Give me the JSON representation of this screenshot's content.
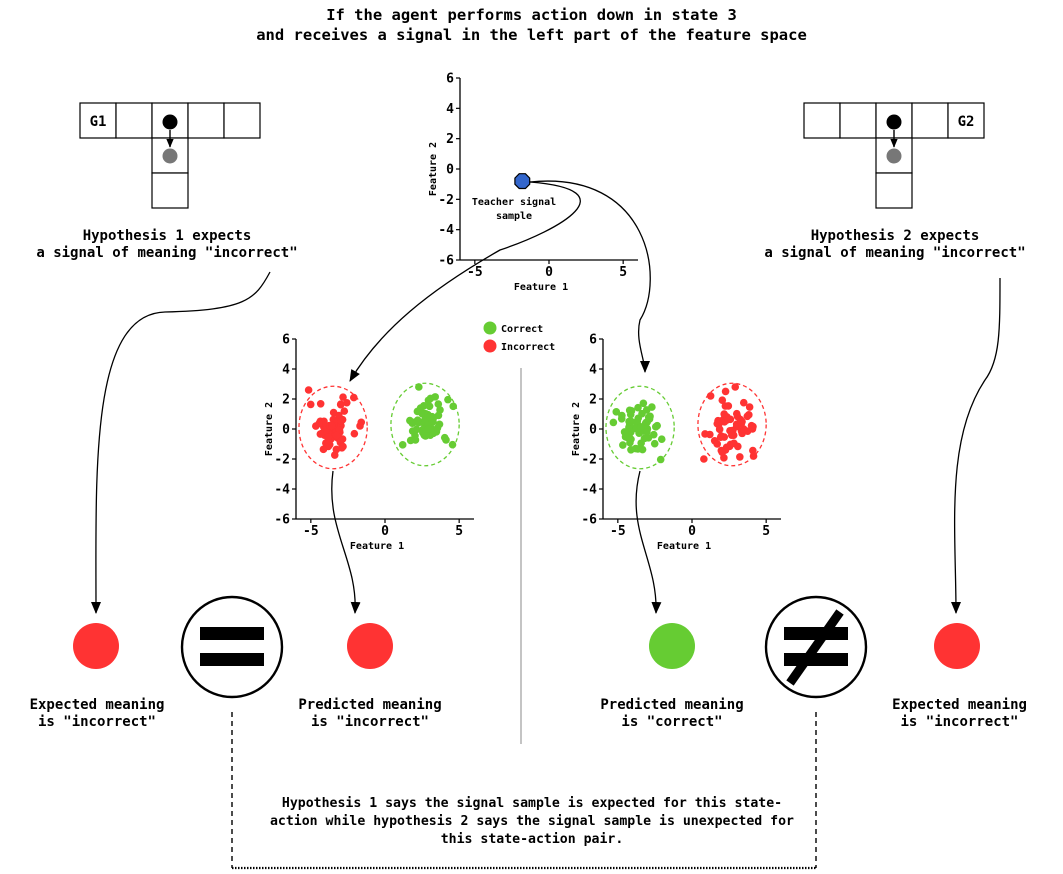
{
  "title": {
    "line1": "If the agent performs action down in state 3",
    "line2": "and receives a signal in the left part of the feature space"
  },
  "grid_left": {
    "goal_label": "G1"
  },
  "grid_right": {
    "goal_label": "G2"
  },
  "hypothesis1": {
    "line1": "Hypothesis 1 expects",
    "line2": "a signal of meaning \"incorrect\""
  },
  "hypothesis2": {
    "line1": "Hypothesis 2 expects",
    "line2": "a signal of meaning \"incorrect\""
  },
  "legend": {
    "correct": "Correct",
    "incorrect": "Incorrect"
  },
  "colors": {
    "correct": "#66cc33",
    "incorrect": "#ff3333",
    "sample": "#3366cc",
    "agent": "#000000",
    "next_state": "#777777"
  },
  "axes_text": {
    "xlabel": "Feature 1",
    "ylabel": "Feature 2"
  },
  "sample_label": {
    "line1": "Teacher signal",
    "line2": "sample"
  },
  "chart_data": [
    {
      "type": "scatter",
      "name": "teacher-sample",
      "xlabel": "Feature 1",
      "ylabel": "Feature 2",
      "xlim": [
        -6,
        6
      ],
      "ylim": [
        -6,
        6
      ],
      "xticks": [
        -5,
        0,
        5
      ],
      "yticks": [
        -6,
        -4,
        -2,
        0,
        2,
        4,
        6
      ],
      "points": [
        [
          -1.8,
          -0.8
        ]
      ],
      "annotation": "Teacher signal sample"
    },
    {
      "type": "scatter",
      "name": "hypothesis-1-feature-space",
      "xlabel": "Feature 1",
      "ylabel": "Feature 2",
      "xlim": [
        -6,
        6
      ],
      "ylim": [
        -6,
        6
      ],
      "xticks": [
        -5,
        0,
        5
      ],
      "yticks": [
        -6,
        -4,
        -2,
        0,
        2,
        4,
        6
      ],
      "clusters": [
        {
          "meaning": "incorrect",
          "center": [
            -3.5,
            0.1
          ]
        },
        {
          "meaning": "correct",
          "center": [
            2.7,
            0.3
          ]
        }
      ]
    },
    {
      "type": "scatter",
      "name": "hypothesis-2-feature-space",
      "xlabel": "Feature 1",
      "ylabel": "Feature 2",
      "xlim": [
        -6,
        6
      ],
      "ylim": [
        -6,
        6
      ],
      "xticks": [
        -5,
        0,
        5
      ],
      "yticks": [
        -6,
        -4,
        -2,
        0,
        2,
        4,
        6
      ],
      "clusters": [
        {
          "meaning": "correct",
          "center": [
            -3.5,
            0.1
          ]
        },
        {
          "meaning": "incorrect",
          "center": [
            2.7,
            0.3
          ]
        }
      ]
    }
  ],
  "expected_left": {
    "line1": "Expected meaning",
    "line2": "is \"incorrect\""
  },
  "predicted_left": {
    "line1": "Predicted meaning",
    "line2": "is \"incorrect\""
  },
  "predicted_right": {
    "line1": "Predicted meaning",
    "line2": "is \"correct\""
  },
  "expected_right": {
    "line1": "Expected meaning",
    "line2": "is \"incorrect\""
  },
  "conclusion": "Hypothesis 1 says the signal sample is expected for this state-action while hypothesis 2 says the signal sample is unexpected for this state-action pair."
}
